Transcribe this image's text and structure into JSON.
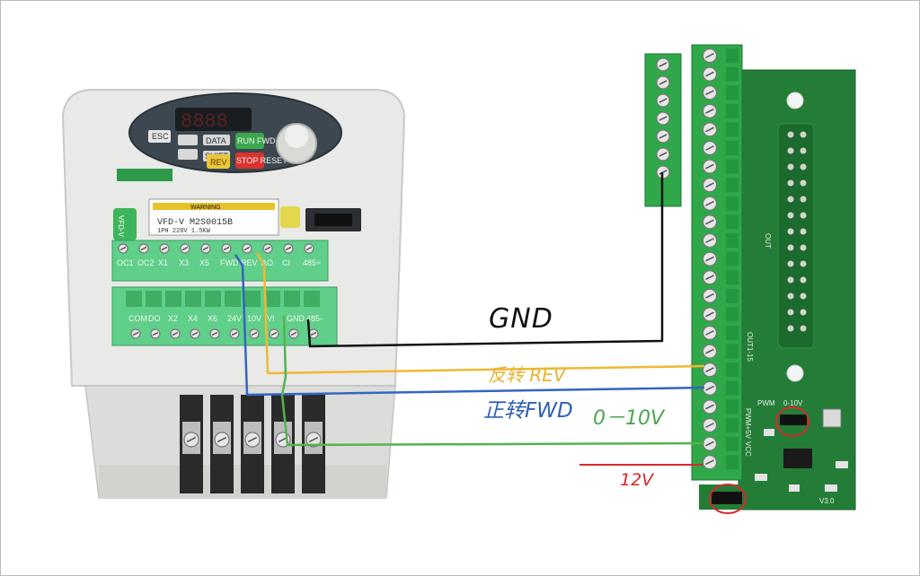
{
  "vfd": {
    "display_digits": "8888",
    "model_line": "VFD-V M2S0015B",
    "rating_line": "1PH 220V 1.5KW",
    "warning_title": "WARNING",
    "side_label": "VFD-V",
    "buttons": [
      {
        "label": "ESC"
      },
      {
        "label": "DATA"
      },
      {
        "label": "RUN FWD"
      },
      {
        "label": "SHIFT"
      },
      {
        "label": "REV"
      },
      {
        "label": "STOP RESET"
      }
    ],
    "terminals_top": [
      "OC1",
      "OC2",
      "X1",
      "X3",
      "X5",
      "FWD",
      "REV",
      "AO",
      "CI",
      "485+"
    ],
    "terminals_bottom": [
      "COM",
      "DO",
      "X2",
      "X4",
      "X6",
      "24V",
      "10V",
      "VI",
      "GND",
      "485-"
    ]
  },
  "board": {
    "silk_out": "OUT",
    "silk_out_15": "OUT1-15",
    "silk_pwm": "PWM",
    "silk_010v": "0-10V",
    "silk_vcc": "VCC",
    "silk_pwm_in": "PWM+5V",
    "silk_version": "V3.0"
  },
  "annotations": {
    "gnd": "GND",
    "rev": "反转 REV",
    "fwd": "正转FWD",
    "range": "0－10V",
    "supply": "12V"
  },
  "colors": {
    "gnd_wire": "#111111",
    "rev_wire": "#f0b830",
    "fwd_wire": "#3565c0",
    "analog_wire": "#55b24f",
    "supply_line": "#d9272c",
    "pcb": "#1f7a32",
    "terminal": "#2fa84a"
  }
}
